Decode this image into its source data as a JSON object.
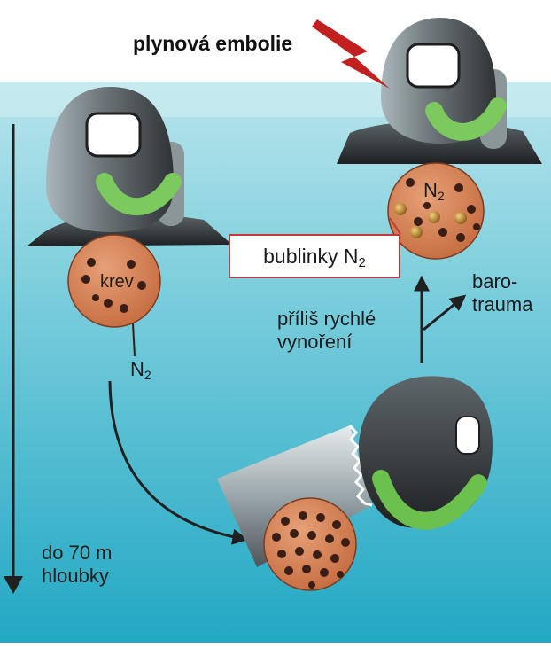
{
  "labels": {
    "title": "plynová embolie",
    "blood": "krev",
    "n2": "N",
    "n2_sub": "2",
    "bubbles": "bublinky N",
    "bubbles_sub": "2",
    "ascent_line1": "příliš rychlé",
    "ascent_line2": "vynoření",
    "baro_line1": "baro-",
    "baro_line2": "trauma",
    "depth_line1": "do 70 m",
    "depth_line2": "hloubky"
  },
  "colors": {
    "water_top": "#a8dde6",
    "water_bottom": "#2fb0c9",
    "surface_air": "#ffffff",
    "helmet_dark": "#333538",
    "helmet_mid": "#7d8a8f",
    "hose_green": "#86d36a",
    "blood_disc": "#d8865a",
    "n2_dot": "#3a1d14",
    "bubble_gold": "#b8862c",
    "lightning": "#c21f1f",
    "arrow": "#202020"
  },
  "icons": [
    "diver-helmet-icon",
    "lightning-icon",
    "bubble-icon"
  ]
}
